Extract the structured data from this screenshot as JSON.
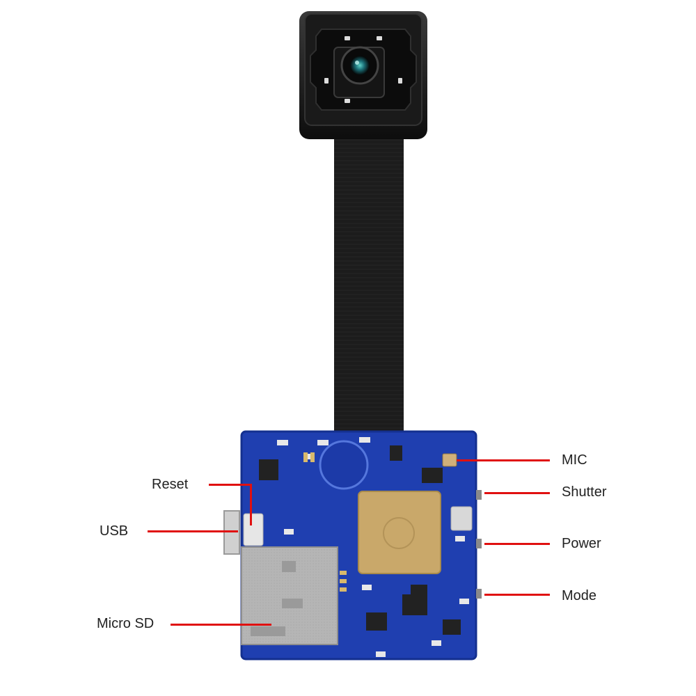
{
  "product": {
    "callouts": {
      "mic": "MIC",
      "shutter": "Shutter",
      "power": "Power",
      "mode": "Mode",
      "reset": "Reset",
      "usb": "USB",
      "micro_sd": "Micro SD"
    },
    "colors": {
      "pcb": "#1f3fb0",
      "pcb_dark": "#14308f",
      "leader": "#e01010",
      "camera_body": "#111111",
      "ribbon_cable": "#1a1a1a",
      "shield": "#c9a86a",
      "sd_slot": "#b8b8b8"
    }
  }
}
